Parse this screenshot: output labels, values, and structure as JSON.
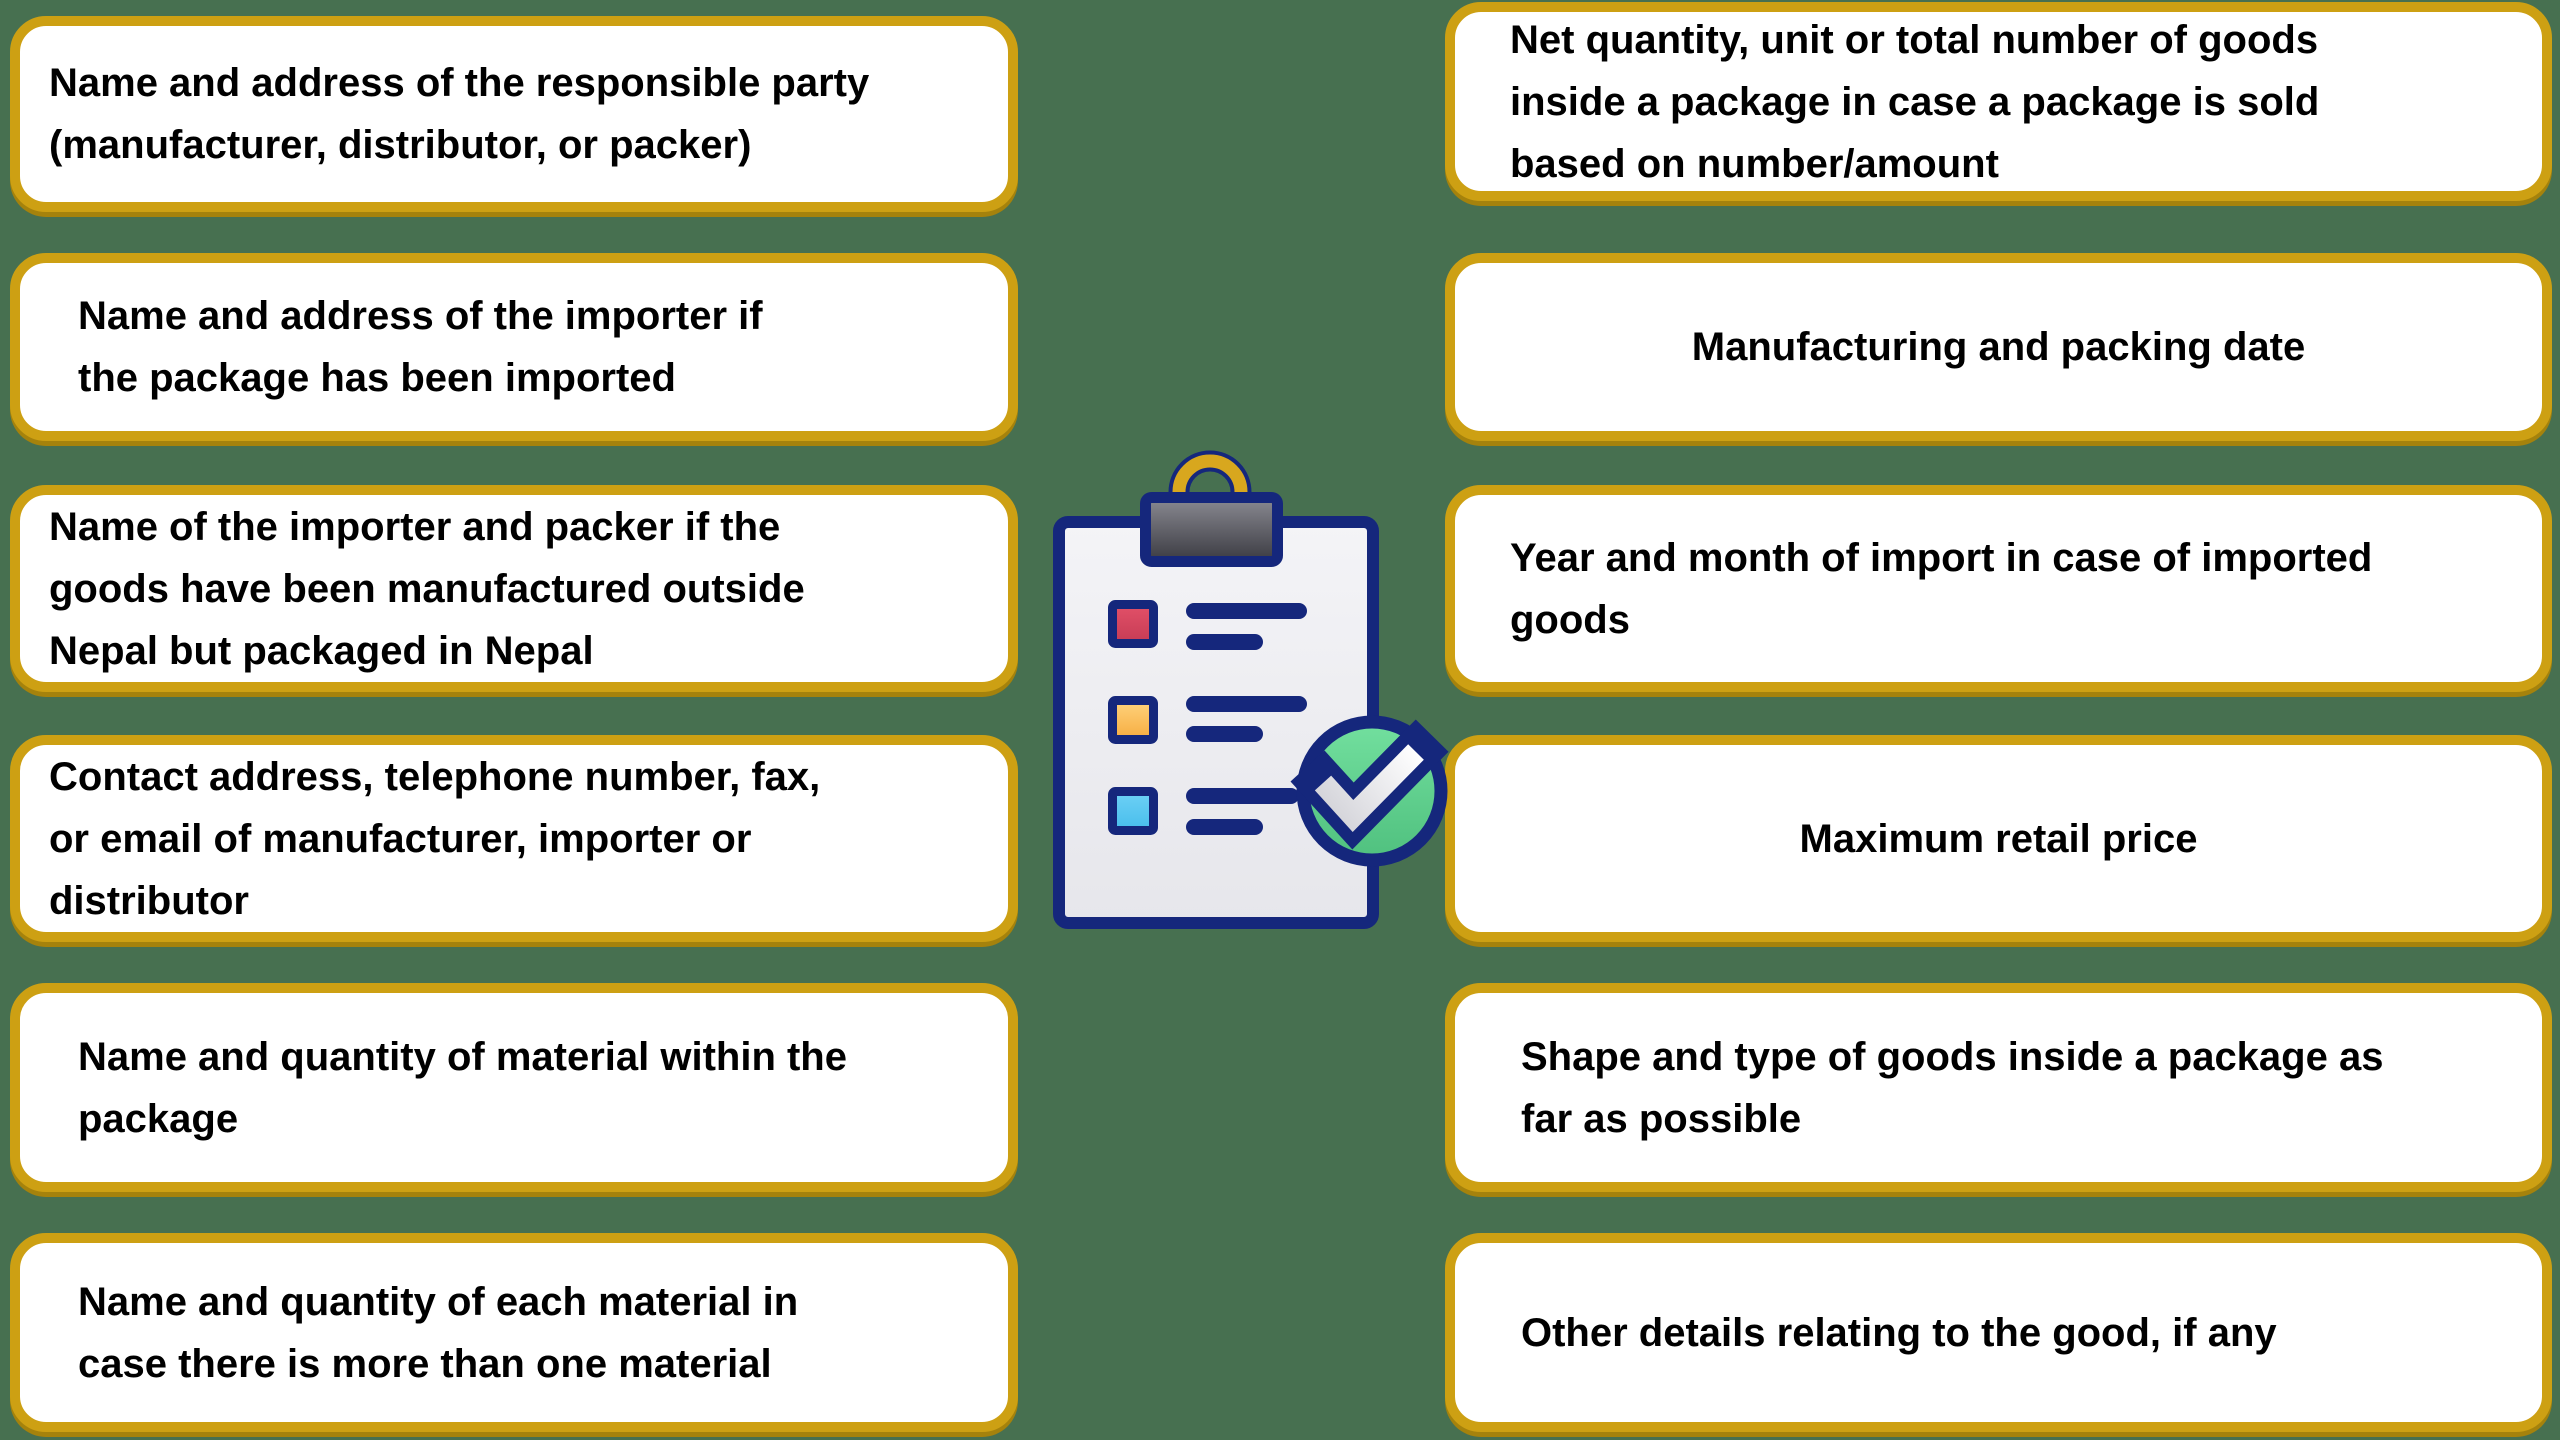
{
  "theme": {
    "bg": "#477050",
    "gold": "#CDA013",
    "gold-dark": "#A5820C",
    "box-fill": "#FFFFFF",
    "text": "#000000",
    "navy": "#15277C",
    "ring-gold": "#D8A71E",
    "paper-top": "#F4F4F7",
    "paper-bottom": "#E6E6EB",
    "clip-top": "#8B8B93",
    "clip-bottom": "#3A3A41",
    "red-top": "#E35169",
    "red-bottom": "#C53B54",
    "orange-top": "#FFD47E",
    "orange-bottom": "#F6AB3F",
    "blue-top": "#6FD1F6",
    "blue-bottom": "#46BDEB",
    "green-top": "#74E1A0",
    "green-bottom": "#4EBF7D",
    "check-top": "#FFFFFF",
    "check-bottom": "#D2D2D8"
  },
  "icon": {
    "name": "clipboard-checklist-icon",
    "description": "clipboard with colored checklist squares and a green check circle"
  },
  "left_column": {
    "items": [
      {
        "id": "responsible-party",
        "text": "Name and address of the responsible party\n(manufacturer, distributor, or packer)"
      },
      {
        "id": "importer-address",
        "text": "Name and address of the importer if\nthe package has been imported"
      },
      {
        "id": "importer-packer-nepal",
        "text": "Name of the importer and packer if the\ngoods have been manufactured outside\nNepal but packaged in Nepal"
      },
      {
        "id": "contact-details",
        "text": "Contact address, telephone number, fax,\nor email of manufacturer, importer or\ndistributor"
      },
      {
        "id": "material-quantity",
        "text": "Name and quantity of material within the\npackage"
      },
      {
        "id": "each-material-quantity",
        "text": "Name and quantity of each material in\ncase there is more than one material"
      }
    ]
  },
  "right_column": {
    "items": [
      {
        "id": "net-quantity",
        "text": "Net quantity, unit or total number of goods\ninside a package in case a package is sold\nbased on number/amount"
      },
      {
        "id": "manufacturing-date",
        "text": "Manufacturing and packing date"
      },
      {
        "id": "import-date",
        "text": "Year and month of import in case of imported\ngoods"
      },
      {
        "id": "max-retail-price",
        "text": "Maximum retail price"
      },
      {
        "id": "goods-shape-type",
        "text": "Shape and type of goods inside a package as\nfar as possible"
      },
      {
        "id": "other-details",
        "text": "Other details relating to the good, if any"
      }
    ]
  }
}
